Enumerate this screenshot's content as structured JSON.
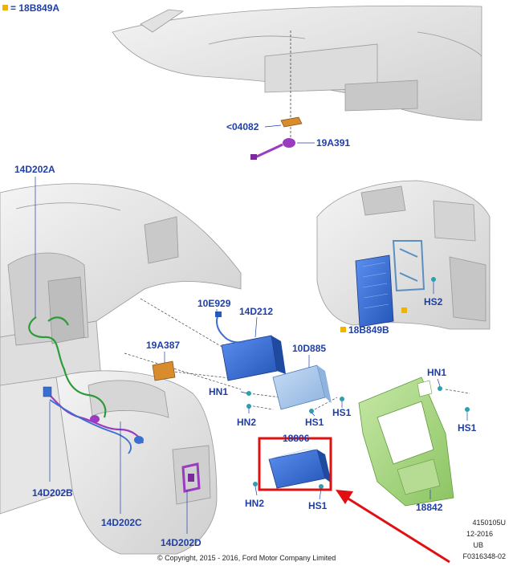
{
  "legend": {
    "marker_color": "#f0b400",
    "text": "= 18B849A"
  },
  "labels": {
    "c04082": "<04082",
    "c19A391": "19A391",
    "c14D202A": "14D202A",
    "c10E929": "10E929",
    "c14D212": "14D212",
    "c19A387": "19A387",
    "c10D885": "10D885",
    "c18B849B": "18B849B",
    "cHS2": "HS2",
    "cHN1a": "HN1",
    "cHN2a": "HN2",
    "cHS1a": "HS1",
    "cHS1b": "HS1",
    "cHN1b": "HN1",
    "cHS1c": "HS1",
    "c18806": "18806",
    "cHN2b": "HN2",
    "cHS1d": "HS1",
    "c18842": "18842",
    "c14D202B": "14D202B",
    "c14D202C": "14D202C",
    "c14D202D": "14D202D"
  },
  "meta": {
    "line1": "4150105U",
    "line2": "12-2016",
    "line3": "UB",
    "line4": "F0316348-02"
  },
  "copyright": "© Copyright, 2015 - 2016, Ford Motor Company Limited",
  "colors": {
    "label": "#1f3fa6",
    "highlight": "#e01010",
    "module_blue": "#3a73d8",
    "bezel_green": "#9fd17a",
    "harness_green": "#2e9b3a",
    "harness_purple": "#9b3bbf",
    "bracket_orange": "#d98c2e"
  }
}
